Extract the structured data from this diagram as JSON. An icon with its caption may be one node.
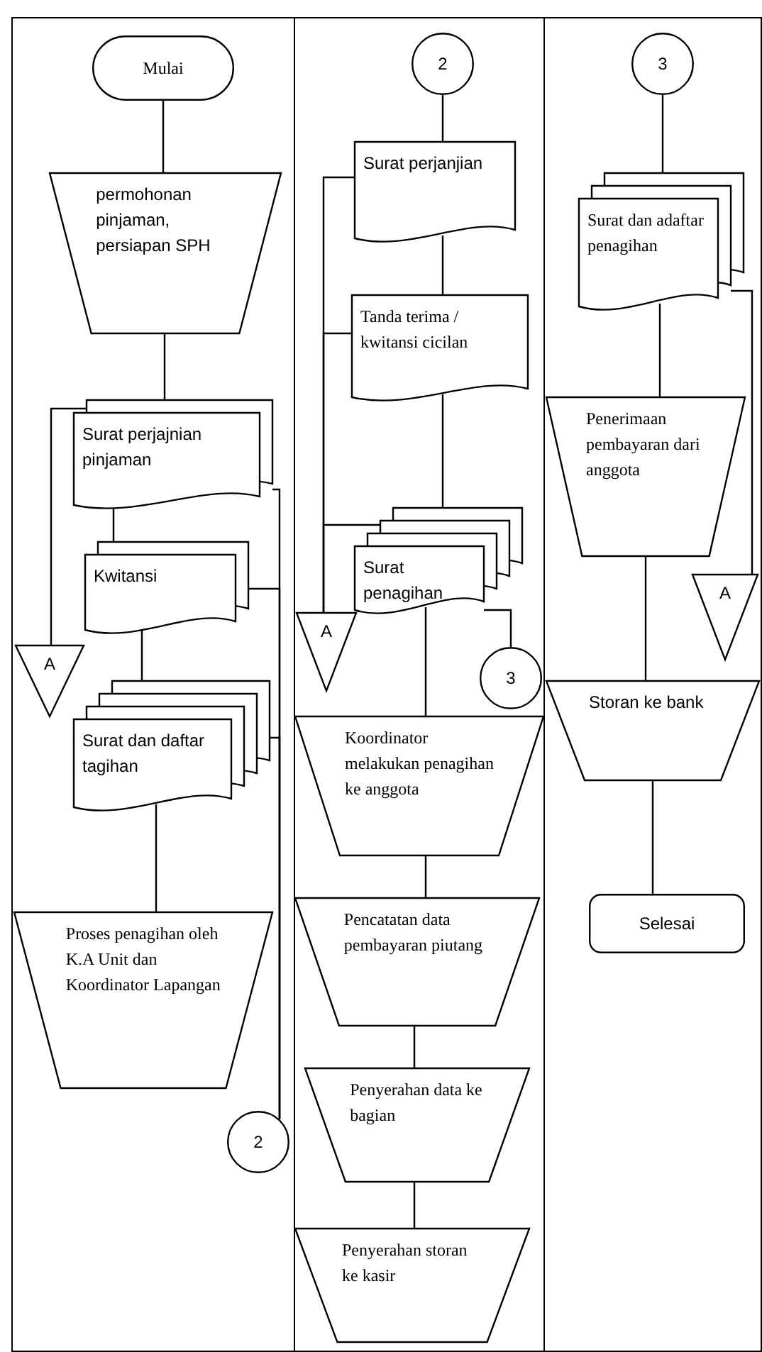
{
  "diagram": {
    "nodes": [
      {
        "text": [
          "Mulai"
        ]
      },
      {
        "text": [
          "permohonan pinjaman, persiapan SPH"
        ]
      },
      {
        "text": [
          "Surat perjajnian pinjaman"
        ]
      },
      {
        "text": [
          "Kwitansi"
        ]
      },
      {
        "text": [
          "A"
        ]
      },
      {
        "text": [
          "Surat dan daftar tagihan"
        ]
      },
      {
        "text": [
          "Proses penagihan oleh K.A Unit dan Koordinator Lapangan"
        ]
      },
      {
        "text": [
          "2"
        ]
      },
      {
        "text": [
          "2"
        ]
      },
      {
        "text": [
          "Surat perjanjian"
        ]
      },
      {
        "text": [
          "Tanda terima / kwitansi cicilan"
        ]
      },
      {
        "text": [
          "A"
        ]
      },
      {
        "text": [
          "Surat penagihan"
        ]
      },
      {
        "text": [
          "3"
        ]
      },
      {
        "text": [
          "Koordinator melakukan penagihan ke anggota"
        ]
      },
      {
        "text": [
          "Pencatatan data pembayaran piutang"
        ]
      },
      {
        "text": [
          "Penyerahan data ke bagian"
        ]
      },
      {
        "text": [
          "Penyerahan storan ke kasir"
        ]
      },
      {
        "text": [
          "3"
        ]
      },
      {
        "text": [
          "Surat dan adaftar penagihan"
        ]
      },
      {
        "text": [
          "Penerimaan pembayaran dari anggota"
        ]
      },
      {
        "text": [
          "A"
        ]
      },
      {
        "text": [
          "Storan ke bank"
        ]
      },
      {
        "text": [
          "Selesai"
        ]
      }
    ],
    "edges": [
      {
        "from": 0,
        "to": 1,
        "arrow": "none"
      },
      {
        "from": 1,
        "to": 2,
        "arrow": "none"
      },
      {
        "from": 2,
        "to": 3,
        "arrow": "none"
      },
      {
        "from": 3,
        "to": 5,
        "arrow": "none"
      },
      {
        "from": 5,
        "to": 6,
        "arrow": "none"
      },
      {
        "from": 2,
        "to": 4,
        "arrow": "none"
      },
      {
        "from": 2,
        "to": 7,
        "arrow": "none"
      },
      {
        "from": 3,
        "to": 7,
        "arrow": "none"
      },
      {
        "from": 5,
        "to": 7,
        "arrow": "none"
      },
      {
        "from": 8,
        "to": 9,
        "arrow": "none"
      },
      {
        "from": 9,
        "to": 10,
        "arrow": "none"
      },
      {
        "from": 10,
        "to": 12,
        "arrow": "none"
      },
      {
        "from": 12,
        "to": 14,
        "arrow": "none"
      },
      {
        "from": 14,
        "to": 15,
        "arrow": "none"
      },
      {
        "from": 15,
        "to": 16,
        "arrow": "none"
      },
      {
        "from": 16,
        "to": 17,
        "arrow": "none"
      },
      {
        "from": 9,
        "to": 11,
        "arrow": "none"
      },
      {
        "from": 10,
        "to": 11,
        "arrow": "none"
      },
      {
        "from": 12,
        "to": 11,
        "arrow": "none"
      },
      {
        "from": 12,
        "to": 13,
        "arrow": "none"
      },
      {
        "from": 18,
        "to": 19,
        "arrow": "none"
      },
      {
        "from": 19,
        "to": 20,
        "arrow": "none"
      },
      {
        "from": 20,
        "to": 22,
        "arrow": "none"
      },
      {
        "from": 22,
        "to": 23,
        "arrow": "none"
      },
      {
        "from": 19,
        "to": 21,
        "arrow": "none"
      }
    ]
  }
}
